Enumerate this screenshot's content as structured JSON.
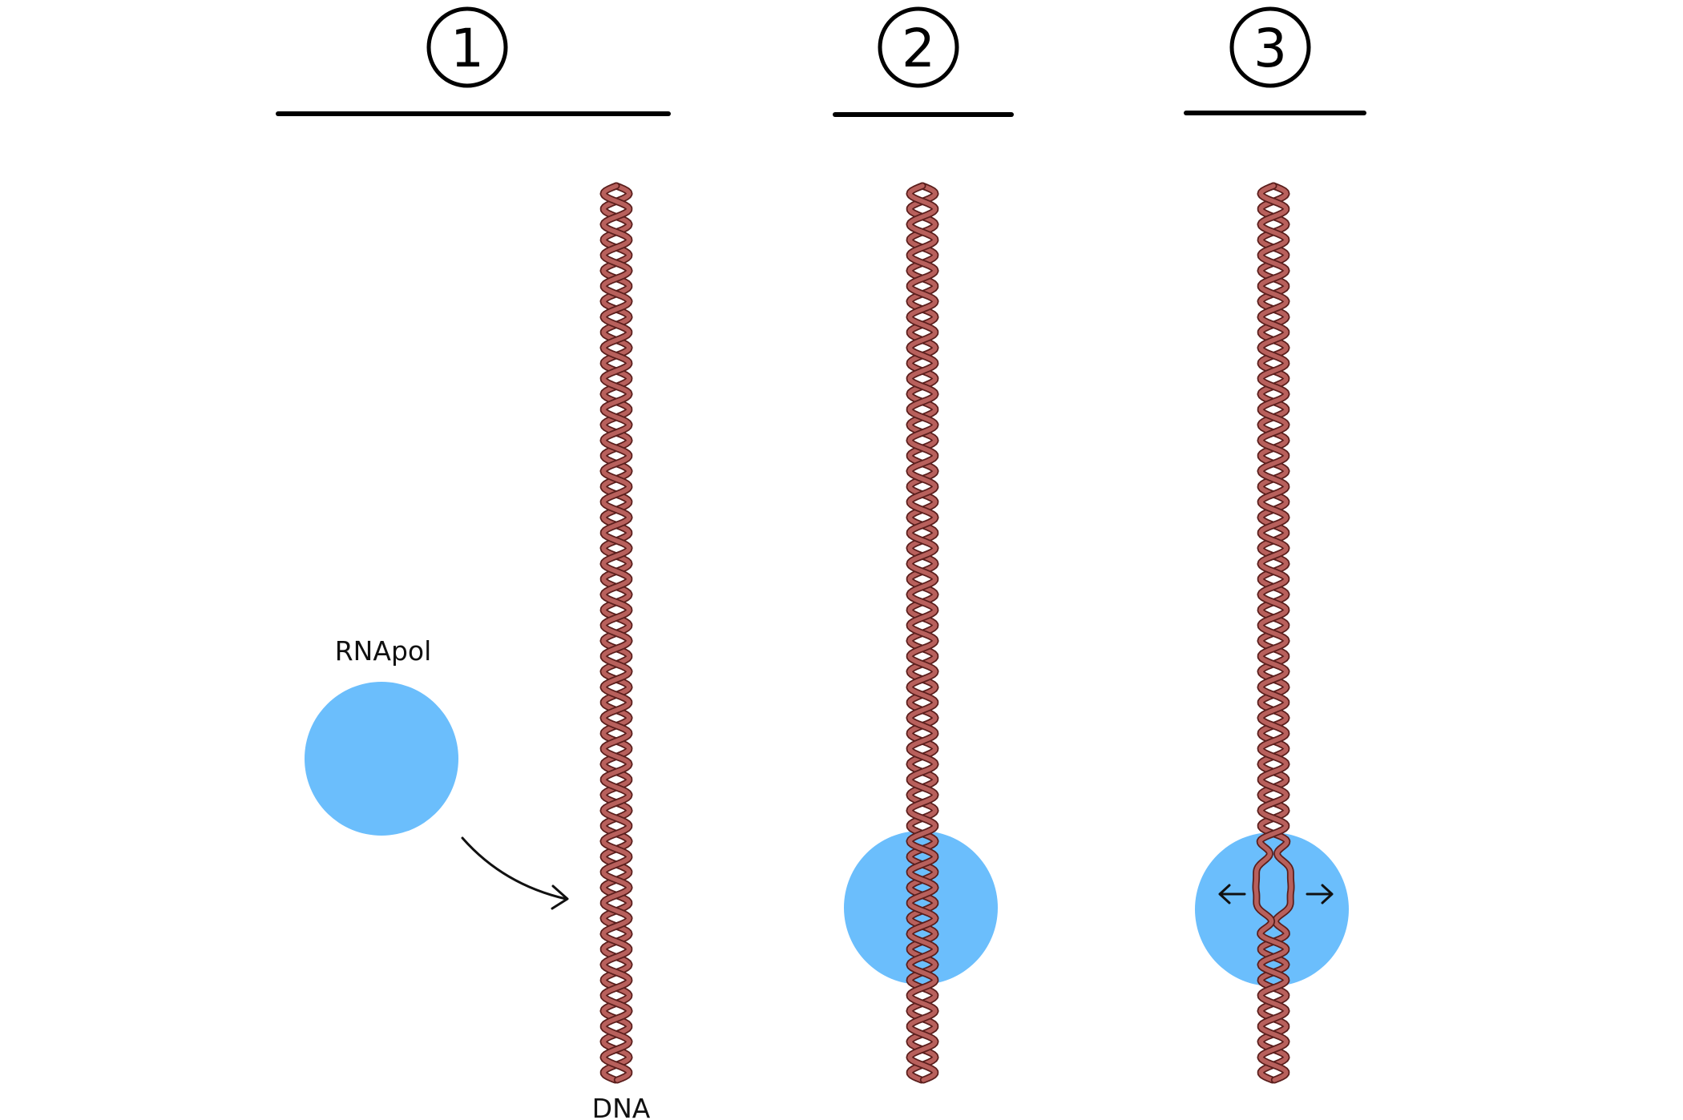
{
  "steps": [
    {
      "number": "1"
    },
    {
      "number": "2"
    },
    {
      "number": "3"
    }
  ],
  "labels": {
    "rnapol": "RNApol",
    "dna": "DNA"
  },
  "icons": [
    "binding-arrow-icon",
    "unwind-left-arrow-icon",
    "unwind-right-arrow-icon"
  ],
  "colors": {
    "dna_fill": "#b8605c",
    "dna_outline": "#5a1e1c",
    "rnapol": "#6bbefc",
    "ink": "#000000"
  }
}
